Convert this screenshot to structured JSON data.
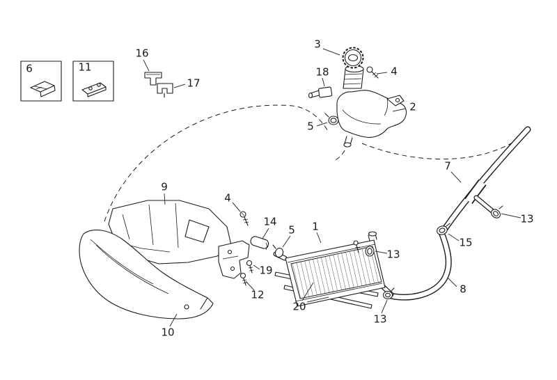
{
  "diagram": {
    "type": "exploded-parts-diagram",
    "colors": {
      "background": "#ffffff",
      "line": "#1a1a1a"
    },
    "callouts": [
      {
        "label": "6"
      },
      {
        "label": "11"
      },
      {
        "label": "16"
      },
      {
        "label": "17"
      },
      {
        "label": "3"
      },
      {
        "label": "4"
      },
      {
        "label": "18"
      },
      {
        "label": "2"
      },
      {
        "label": "5"
      },
      {
        "label": "7"
      },
      {
        "label": "13"
      },
      {
        "label": "15"
      },
      {
        "label": "13"
      },
      {
        "label": "8"
      },
      {
        "label": "13"
      },
      {
        "label": "1"
      },
      {
        "label": "14"
      },
      {
        "label": "5"
      },
      {
        "label": "4"
      },
      {
        "label": "9"
      },
      {
        "label": "19"
      },
      {
        "label": "12"
      },
      {
        "label": "10"
      },
      {
        "label": "20"
      }
    ]
  }
}
